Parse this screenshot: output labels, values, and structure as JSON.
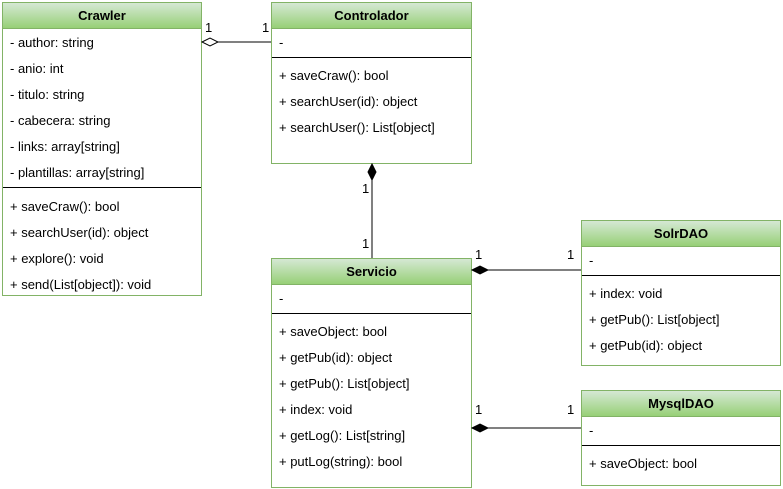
{
  "classes": {
    "crawler": {
      "name": "Crawler",
      "attributes": [
        "- author: string",
        "- anio: int",
        "- titulo: string",
        "- cabecera: string",
        "- links: array[string]",
        "- plantillas: array[string]"
      ],
      "methods": [
        "+ saveCraw(): bool",
        "+ searchUser(id): object",
        "+ explore(): void",
        "+ send(List[object]): void"
      ]
    },
    "controlador": {
      "name": "Controlador",
      "attributes": [
        "-"
      ],
      "methods": [
        "+ saveCraw(): bool",
        "+ searchUser(id): object",
        "+ searchUser(): List[object]"
      ]
    },
    "servicio": {
      "name": "Servicio",
      "attributes": [
        "-"
      ],
      "methods": [
        "+ saveObject: bool",
        "+ getPub(id): object",
        "+ getPub(): List[object]",
        "+ index: void",
        "+ getLog(): List[string]",
        "+ putLog(string): bool"
      ]
    },
    "solrdao": {
      "name": "SolrDAO",
      "attributes": [
        "-"
      ],
      "methods": [
        "+ index: void",
        "+ getPub(): List[object]",
        "+ getPub(id): object"
      ]
    },
    "mysqldao": {
      "name": "MysqlDAO",
      "attributes": [
        "-"
      ],
      "methods": [
        "+ saveObject: bool"
      ]
    }
  },
  "multiplicities": {
    "crawler_controlador_a": "1",
    "crawler_controlador_b": "1",
    "controlador_servicio_a": "1",
    "controlador_servicio_b": "1",
    "servicio_solr_a": "1",
    "servicio_solr_b": "1",
    "servicio_mysql_a": "1",
    "servicio_mysql_b": "1"
  },
  "colors": {
    "header_top": "#d5e8d4",
    "header_bottom": "#97d077",
    "border": "#82b366"
  }
}
